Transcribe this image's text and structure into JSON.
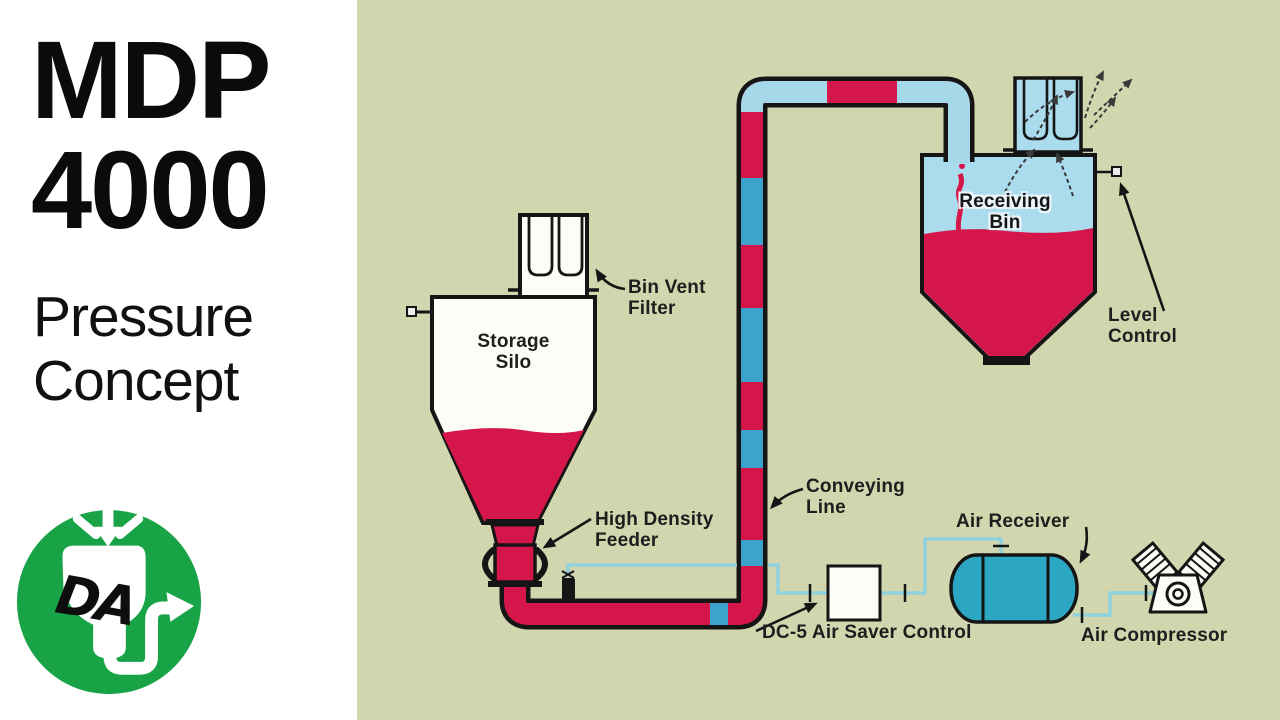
{
  "left_panel": {
    "title_line1": "MDP",
    "title_line2": "4000",
    "subtitle_line1": "Pressure",
    "subtitle_line2": "Concept",
    "logo_text": "DA"
  },
  "diagram": {
    "labels": {
      "storage_silo": {
        "line1": "Storage",
        "line2": "Silo"
      },
      "bin_vent_filter": {
        "line1": "Bin Vent",
        "line2": "Filter"
      },
      "high_density_feeder": {
        "line1": "High Density",
        "line2": "Feeder"
      },
      "conveying_line": {
        "line1": "Conveying",
        "line2": "Line"
      },
      "dc5": "DC-5 Air Saver Control",
      "air_receiver": "Air Receiver",
      "air_compressor": "Air Compressor",
      "receiving_bin": {
        "line1": "Receiving",
        "line2": "Bin"
      },
      "level_control": {
        "line1": "Level",
        "line2": "Control"
      }
    },
    "colors": {
      "background": "#d2d6ae",
      "material_red": "#d5164b",
      "slug_blue": "#3ba4cc",
      "bin_blue": "#aadcee",
      "tank_teal": "#2ba7c3",
      "air_line": "#8fd2de",
      "outline": "#151515",
      "logo_green": "#17a346"
    }
  }
}
